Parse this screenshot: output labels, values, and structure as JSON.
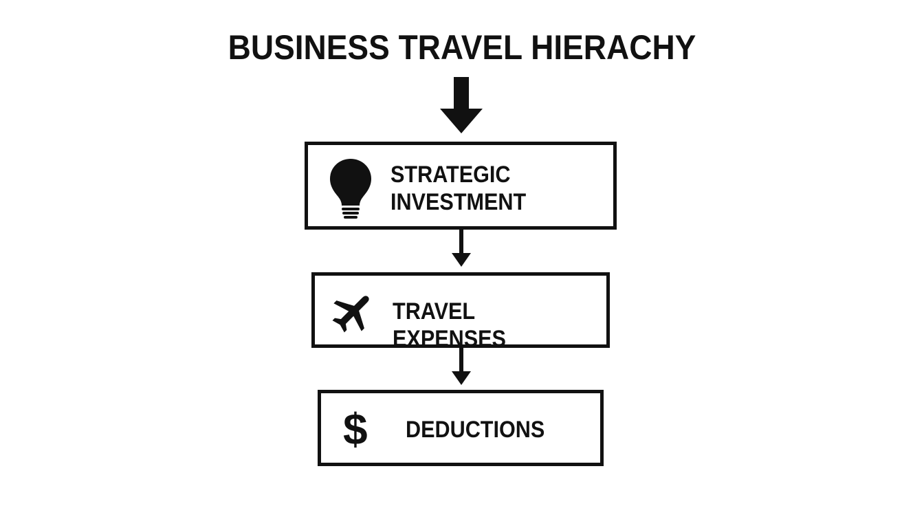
{
  "diagram": {
    "title": "BUSINESS TRAVEL HIERACHY",
    "levels": [
      {
        "label": "STRATEGIC\nINVESTMENT",
        "icon": "lightbulb-icon"
      },
      {
        "label": "TRAVEL EXPENSES",
        "icon": "airplane-icon"
      },
      {
        "label": "DEDUCTIONS",
        "icon": "dollar-icon",
        "icon_glyph": "$"
      }
    ]
  },
  "colors": {
    "ink": "#111111",
    "background": "#ffffff"
  }
}
